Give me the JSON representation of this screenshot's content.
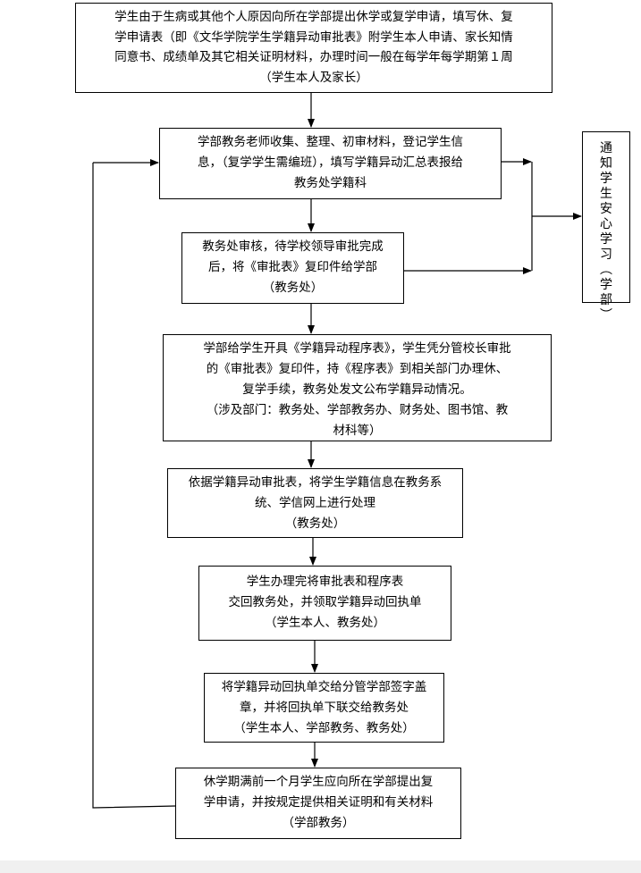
{
  "nodes": [
    {
      "lines": [
        "学生由于生病或其他个人原因向所在学部提出休学或复学申请，填写休、复",
        "学申请表（即《文华学院学生学籍异动审批表》附学生本人申请、家长知情",
        "同意书、成绩单及其它相关证明材料，办理时间一般在每学年每学期第１周",
        "（学生本人及家长）"
      ]
    },
    {
      "lines": [
        "学部教务老师收集、整理、初审材料，登记学生信",
        "息，（复学学生需编班），填写学籍异动汇总表报给",
        "教务处学籍科"
      ]
    },
    {
      "lines": [
        "教务处审核，待学校领导审批完成",
        "后，将《审批表》复印件给学部",
        "（教务处）"
      ]
    },
    {
      "lines": [
        "学部给学生开具《学籍异动程序表》，学生凭分管校长审批",
        "的《审批表》复印件，持《程序表》到相关部门办理休、",
        "复学手续，教务处发文公布学籍异动情况。",
        "（涉及部门：教务处、学部教务办、财务处、图书馆、教",
        "材科等）"
      ]
    },
    {
      "lines": [
        "依据学籍异动审批表，将学生学籍信息在教务系",
        "统、学信网上进行处理",
        "（教务处）"
      ]
    },
    {
      "lines": [
        "学生办理完将审批表和程序表",
        "交回教务处，并领取学籍异动回执单",
        "（学生本人、教务处）"
      ]
    },
    {
      "lines": [
        "将学籍异动回执单交给分管学部签字盖",
        "章，并将回执单下联交给教务处",
        "（学生本人、学部教务、教务处）"
      ]
    },
    {
      "lines": [
        "休学期满前一个月学生应向所在学部提出复",
        "学申请，并按规定提供相关证明和有关材料",
        "（学部教务）"
      ]
    }
  ],
  "side_node": {
    "chars": [
      "通",
      "知",
      "学",
      "生",
      "安",
      "心",
      "学",
      "习",
      "︵",
      "学",
      "部",
      "︶"
    ]
  }
}
